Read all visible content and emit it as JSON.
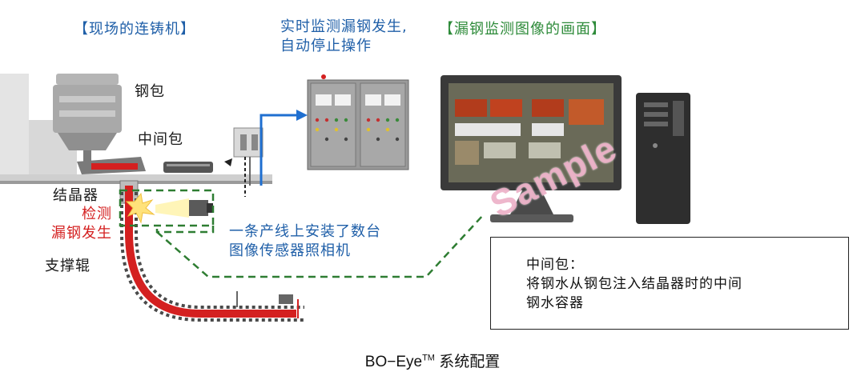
{
  "labels": {
    "site_caster": "【现场的连铸机】",
    "realtime_line1": "实时监测漏钢发生,",
    "realtime_line2": "自动停止操作",
    "monitor_screen": "【漏钢监测图像的画面】",
    "ladle": "钢包",
    "tundish": "中间包",
    "mold": "结晶器",
    "detect_line1": "检测",
    "detect_line2": "漏钢发生",
    "support_roll": "支撑辊",
    "cameras_line1": "一条产线上安装了数台",
    "cameras_line2": "图像传感器照相机"
  },
  "note": {
    "line1": "中间包：",
    "line2": "将钢水从钢包注入结晶器时的中间",
    "line3": "钢水容器"
  },
  "caption": {
    "main": "BO−Eye",
    "sup": "TM",
    "rest": " 系统配置"
  },
  "watermark": "Sample",
  "colors": {
    "label_blue": "#1f5fa8",
    "alert_red": "#d42020",
    "monitor_green": "#2e8b3a",
    "dashed_green": "#2e7d32",
    "arrow_blue": "#1f6fd0"
  }
}
